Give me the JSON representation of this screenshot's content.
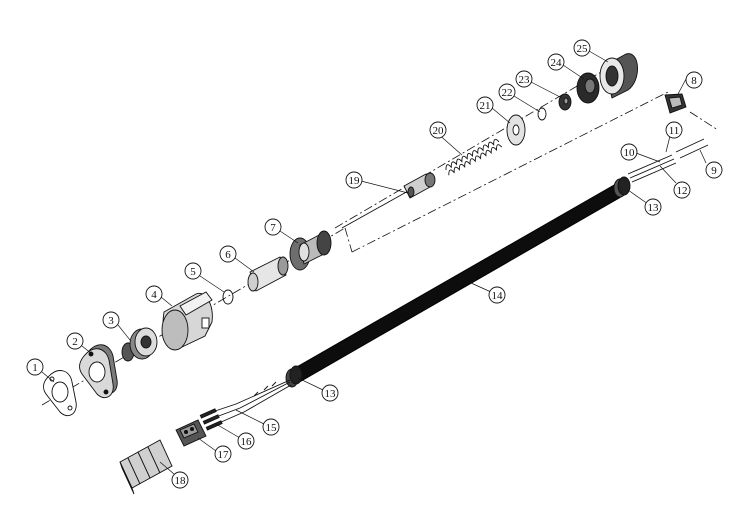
{
  "callouts": [
    {
      "id": "1",
      "label": "1"
    },
    {
      "id": "2",
      "label": "2"
    },
    {
      "id": "3",
      "label": "3"
    },
    {
      "id": "4",
      "label": "4"
    },
    {
      "id": "5",
      "label": "5"
    },
    {
      "id": "6",
      "label": "6"
    },
    {
      "id": "7",
      "label": "7"
    },
    {
      "id": "8",
      "label": "8"
    },
    {
      "id": "9",
      "label": "9"
    },
    {
      "id": "10",
      "label": "10"
    },
    {
      "id": "11",
      "label": "11"
    },
    {
      "id": "12",
      "label": "12"
    },
    {
      "id": "13a",
      "label": "13"
    },
    {
      "id": "13b",
      "label": "13"
    },
    {
      "id": "14",
      "label": "14"
    },
    {
      "id": "15",
      "label": "15"
    },
    {
      "id": "16",
      "label": "16"
    },
    {
      "id": "17",
      "label": "17"
    },
    {
      "id": "18",
      "label": "18"
    },
    {
      "id": "19",
      "label": "19"
    },
    {
      "id": "20",
      "label": "20"
    },
    {
      "id": "21",
      "label": "21"
    },
    {
      "id": "22",
      "label": "22"
    },
    {
      "id": "23",
      "label": "23"
    },
    {
      "id": "24",
      "label": "24"
    },
    {
      "id": "25",
      "label": "25"
    }
  ]
}
